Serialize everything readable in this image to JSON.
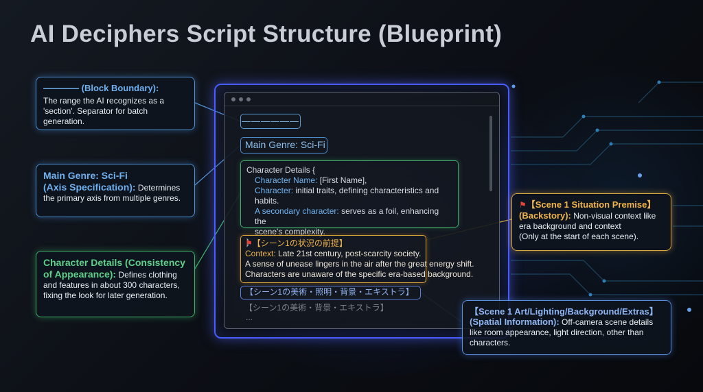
{
  "title": "AI Deciphers Script Structure (Blueprint)",
  "window": {
    "boundary_marker": "——————",
    "genre_line": "Main Genre: Sci-Fi",
    "character_block": {
      "open": "Character Details {",
      "name_key": "Character Name:",
      "name_val": " [First Name],",
      "char_key": "Character:",
      "char_val": " initial traits, defining characteristics and habits.",
      "secondary_key": "A secondary character:",
      "secondary_val": " serves as a foil, enhancing the",
      "secondary_val2": "scene's complexity.",
      "close": "}"
    },
    "premise_block": {
      "header": "【シーン1の状況の前提】",
      "context_key": "Context:",
      "context_val": " Late 21st century, post-scarcity society.",
      "line2": "A sense of unease lingers in the air after the great energy shift.",
      "line3": "Characters are unaware of the specific era-based background."
    },
    "art_line": "【シーン1の美術・照明・背景・エキストラ】",
    "art_line_dim": "【シーン1の美術・背景・エキストラ】",
    "ellipsis": "..."
  },
  "callouts": {
    "boundary": {
      "heading": "———— (Block Boundary):",
      "body": "The range the AI recognizes as a 'section'. Separator for batch generation."
    },
    "genre": {
      "heading1": "Main Genre: Sci-Fi",
      "heading2": "(Axis Specification):",
      "body": " Determines the primary axis from multiple genres."
    },
    "character": {
      "heading": "Character Details (Consistency of Appearance):",
      "body": " Defines clothing and features in about 300 characters, fixing the look for later generation."
    },
    "premise": {
      "heading1": "【Scene 1 Situation Premise】",
      "heading2": "(Backstory):",
      "body": " Non-visual context like era background and context",
      "body2": "(Only at the start of each scene)."
    },
    "art": {
      "heading1": "【Scene 1 Art/Lighting/Background/Extras】",
      "heading2": "(Spatial Information):",
      "body": " Off-camera scene details like room appearance, light direction, other than characters."
    }
  },
  "colors": {
    "blue": "#4f8fd0",
    "green": "#3fae6a",
    "amber": "#d9a53a",
    "accent_glow": "#4a5bff"
  },
  "icons": [
    "flag-icon",
    "window-dot-icon"
  ]
}
